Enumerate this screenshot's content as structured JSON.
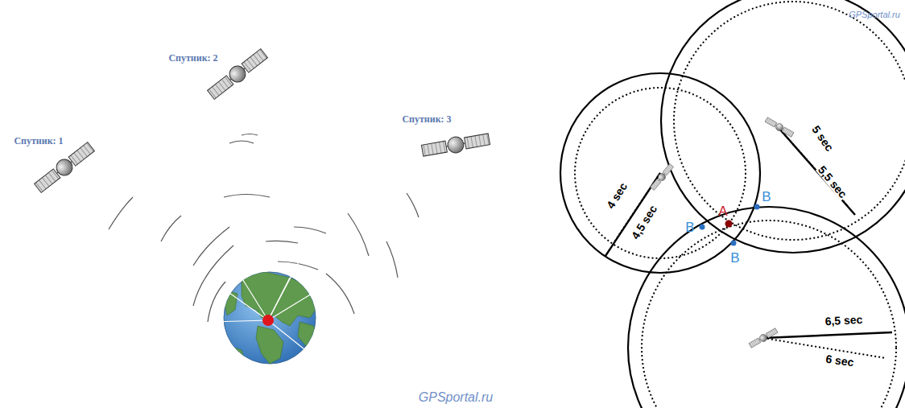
{
  "diagram": {
    "labels": [
      "Спутник: 1",
      "Спутник: 2",
      "Спутник: 3",
      "GPSportal.ru",
      "GPSportal.ru",
      "4 sec",
      "4,5 sec",
      "5 sec",
      "5,5 sec",
      "6,5 sec",
      "6 sec",
      "A",
      "B",
      "B",
      "B"
    ]
  }
}
